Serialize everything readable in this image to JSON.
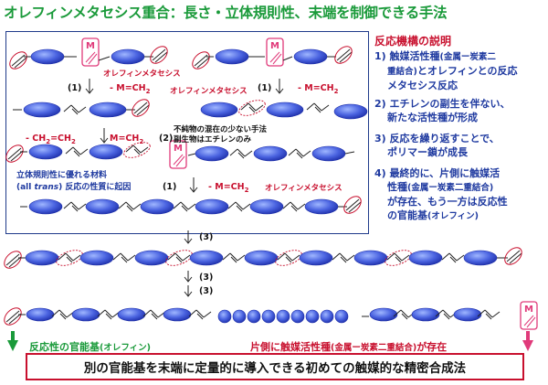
{
  "title": "オレフィンメタセシス重合：長さ・立体規則性、末端を制御できる手法",
  "frame": {
    "step1_left": "(1)",
    "step1_left_byproduct": "- M=CH",
    "step1_left_sub": "2",
    "step1_right": "(1)",
    "step1_right_byproduct": "- M=CH",
    "step1_right_sub": "2",
    "olefin_metathesis_1": "オレフィンメタセシス",
    "olefin_metathesis_2": "オレフィンメタセシス",
    "olefin_metathesis_3": "オレフィンメタセシス",
    "ethylene_release": "- CH",
    "ethylene_release_sub1": "2",
    "ethylene_release_eq": "=CH",
    "ethylene_release_sub2": "2",
    "catalyst_regen": "M=CH",
    "catalyst_regen_sub": "2",
    "step2": "(2)",
    "note_impurity": "不純物の混在の少ない手法",
    "note_byproduct": "副生物はエチレンのみ",
    "note_stereo": "立体規則性に優れる材料",
    "note_alltrans_prefix": "(all ",
    "note_alltrans_italic": "trans",
    "note_alltrans_suffix": ") 反応の性質に起因",
    "step1_bottom": "(1)",
    "step1_bottom_byproduct": "- M=CH",
    "step1_bottom_sub": "2",
    "metal": "M"
  },
  "steps": {
    "s3a": "(3)",
    "s3b": "(3)",
    "s3c": "(3)"
  },
  "mechanism": {
    "heading": "反応機構の説明",
    "p1a": "1) 触媒活性種",
    "p1b": "(金属ー炭素二",
    "p1c": "重結合)",
    "p1d": "とオレフィンとの反応",
    "p1e": "メタセシス反応",
    "p2a": "2) エチレンの副生を伴ない、",
    "p2b": "新たな活性種が形成",
    "p3a": "3) 反応を繰り返すことで、",
    "p3b": "ポリマー鎖が成長",
    "p4a": "4) 最終的に、片側に触媒活",
    "p4b": "性種",
    "p4c": "(金属ー炭素二重結合)",
    "p4d": "が存在、もう一方は反応性",
    "p4e": "の官能基",
    "p4f": "(オレフィン)"
  },
  "bottom": {
    "left_label": "反応性の官能基",
    "left_paren": "(オレフィン)",
    "right_label": "片側に触媒活性種",
    "right_paren": "(金属ー炭素二重結合)",
    "right_suffix": "が存在",
    "banner": "別の官能基を末端に定量的に導入できる初めての触媒的な精密合成法"
  },
  "colors": {
    "green": "#1a9a3a",
    "red": "#c8102e",
    "blue": "#1f3aa0",
    "pink": "#e03a7a"
  }
}
